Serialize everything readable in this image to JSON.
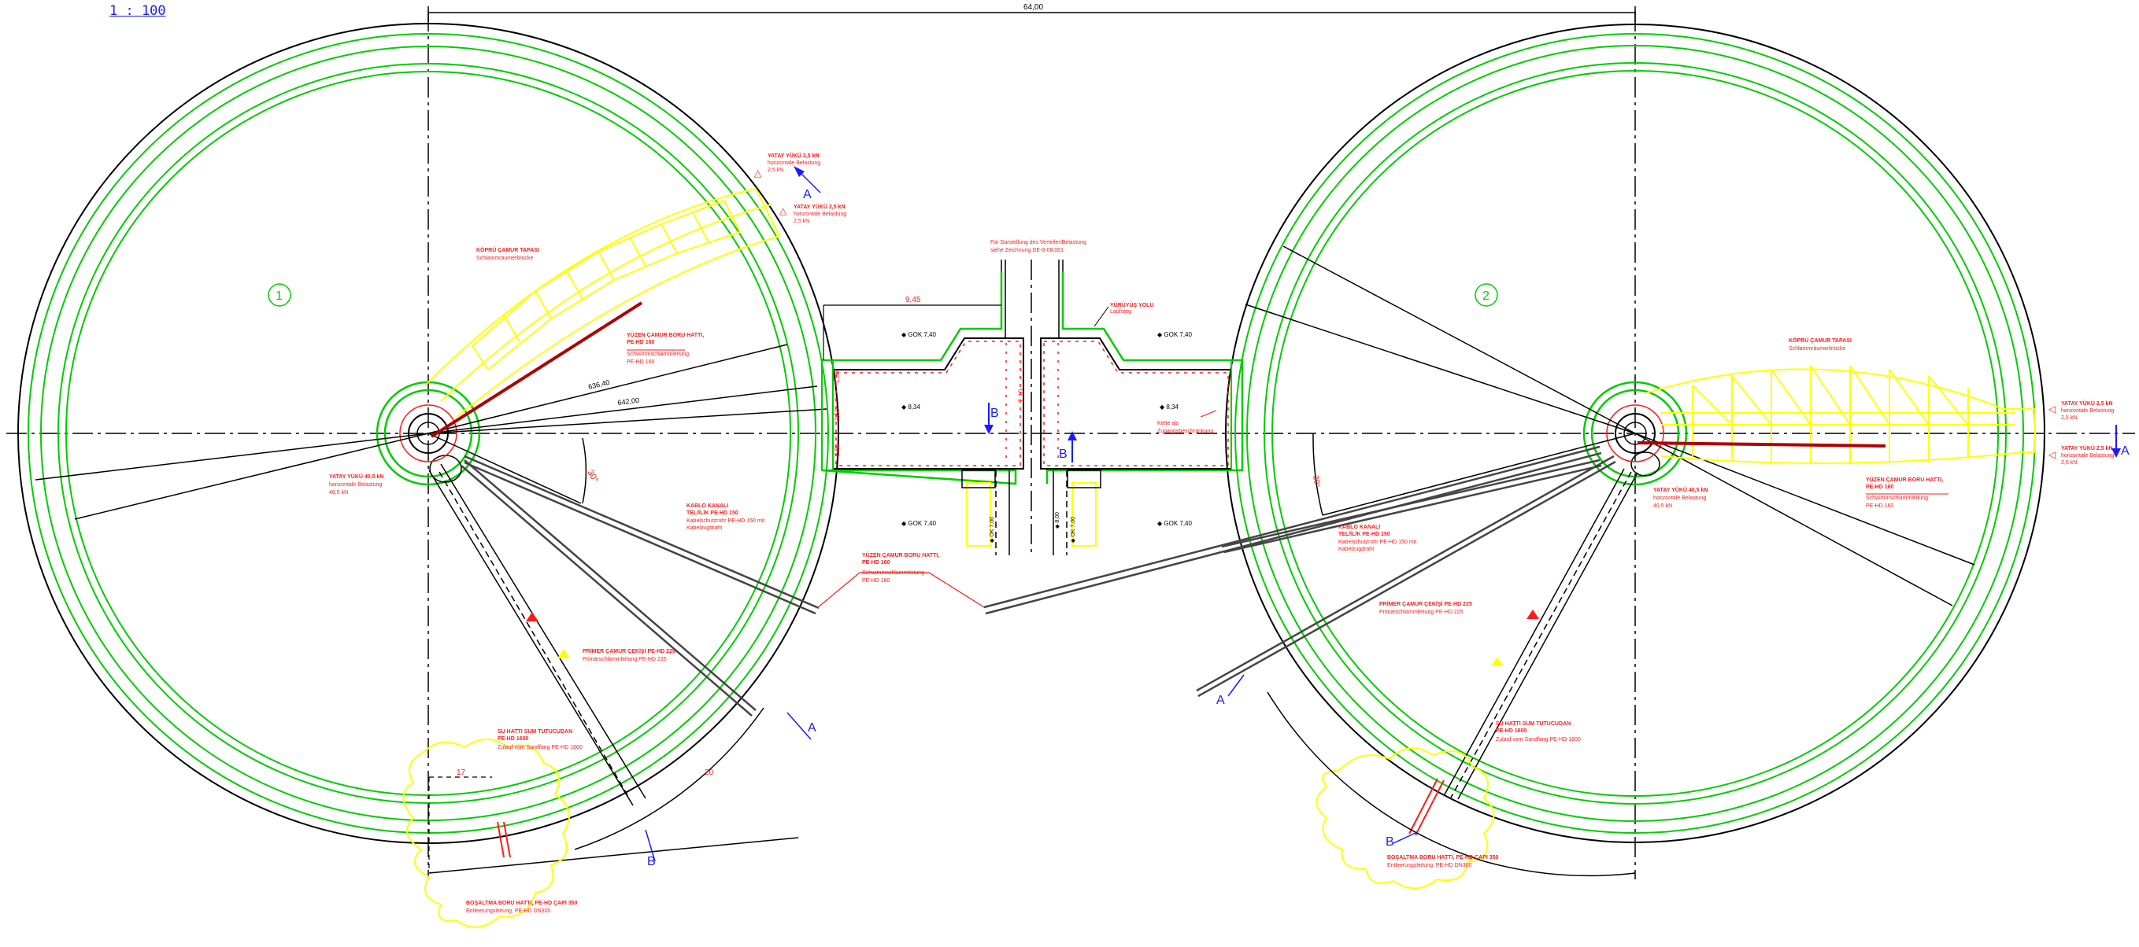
{
  "scale": {
    "label": "1 : 100"
  },
  "dimensions": {
    "overall": "64,00",
    "width_945": "9,45",
    "d_636": "636,40",
    "d_642": "642,00",
    "d_710": "7,10",
    "d_150a": "1,50",
    "d_150b": "1,50",
    "d_150c": "1,50",
    "d_740": "± 7,40",
    "d_740b": "7,40",
    "angle": "30°",
    "arc_right": "30°",
    "d_17": "17",
    "d_20": "20"
  },
  "tanks": [
    {
      "number": "1"
    },
    {
      "number": "2"
    }
  ],
  "levels": {
    "gok1": "◆ GOK 7,40",
    "gok2": "◆ GOK 7,40",
    "gok3": "◆ GOK 7,40",
    "gok4": "◆ GOK 7,40",
    "l834a": "◆ 8,34",
    "l834b": "◆ 8,34",
    "okt1": "◆ OK 7,00",
    "okt2": "◆ OK 7,00",
    "ok8": "◆ 8,00"
  },
  "sections": {
    "A": "A",
    "B": "B"
  },
  "annotations": {
    "verteiler_note_1": "Für Darstellung des Verteiler/Belastung",
    "verteiler_note_2": "siehe Zeichnung DE-0-08.001",
    "rampe_title": "YÜRÜYÜŞ YOLU",
    "rampe_sub": "Laufsteg",
    "kette_title": "Kette als",
    "kette_sub": "Zugangsbeschränkung",
    "t1_load_top_title": "YATAY YÜKÜ 2,5 kN",
    "t1_load_top_sub": "horizontale Belastung",
    "t1_load_top_val": "2,5 kN",
    "t1_load_mid_title": "YATAY YÜKÜ 2,5 kN",
    "t1_load_mid_sub": "horizontale Belastung",
    "t1_load_mid_val": "2,5 kN",
    "t1_bridge_title": "KÖPRÜ ÇAMUR TAPASI",
    "t1_bridge_sub": "Schlammräumerbrücke",
    "t1_pipe_title": "YÜZEN ÇAMUR BORU HATTI,",
    "t1_pipe_title2": "PE-HD 160",
    "t1_pipe_sub": "Schwimmschlammleitung",
    "t1_pipe_val": "PE-HD 160",
    "t1_center_load_title": "YATAY YÜKÜ 40,5 kN",
    "t1_center_load_sub": "horizontale Belastung",
    "t1_center_load_val": "40,5 kN",
    "t1_cable_title": "KABLO KANALI",
    "t1_cable_title2": "TEL/İLİK PE-HD 150",
    "t1_cable_sub": "Kabelschutzrohr PE-HD 150 mit",
    "t1_cable_sub2": "Kabelzugdraht",
    "t1_scum_title": "YÜZEN ÇAMUR BORU HATTI,",
    "t1_scum_title2": "PE-HD 160",
    "t1_scum_sub": "Schwimmschlammleitung",
    "t1_scum_val": "PE-HD 160",
    "t1_primary_title": "PRİMER ÇAMUR ÇEKİŞİ PE-HD 225",
    "t1_primary_sub": "Primärschlammleitung PE-HD 225",
    "t1_water_title": "SU HATTI SUM TUTUCUDAN",
    "t1_water_title2": "PE-HD 1600",
    "t1_water_sub": "Zulauf vom Sandfang PE-HD 1600",
    "t1_drain_title": "BOŞALTMA BORU HATTI, PE-HD ÇAPI 350",
    "t1_drain_sub": "Entleerungsleitung, PE-HD DN300",
    "t2_bridge_title": "KÖPRÜ ÇAMUR TAPASI",
    "t2_bridge_sub": "Schlammräumerbrücke",
    "t2_load_top_title": "YATAY YÜKÜ 2,5 kN",
    "t2_load_top_sub": "horizontale Belastung",
    "t2_load_top_val": "2,5 kN",
    "t2_load_bot_title": "YATAY YÜKÜ 2,5 kN",
    "t2_load_bot_sub": "horizontale Belastung",
    "t2_load_bot_val": "2,5 kN",
    "t2_pipe_title": "YÜZEN ÇAMUR BORU HATTI,",
    "t2_pipe_title2": "PE-HD 160",
    "t2_pipe_sub": "Schwimmschlammleitung",
    "t2_pipe_val": "PE-HD 160",
    "t2_center_load_title": "YATAY YÜKÜ 40,5 kN",
    "t2_center_load_sub": "horizontale Belastung",
    "t2_center_load_val": "40,5 kN",
    "t2_cable_title": "KABLO KANALI",
    "t2_cable_title2": "TEL/İLİK PE-HD 150",
    "t2_cable_sub": "Kabelschutzrohr PE-HD 150 mit",
    "t2_cable_sub2": "Kabelzugdraht",
    "t2_primary_title": "PRİMER ÇAMUR ÇEKİŞİ PE-HD 225",
    "t2_primary_sub": "Primärschlammleitung PE-HD 225",
    "t2_water_title": "SU HATTI SUM TUTUCUDAN",
    "t2_water_title2": "PE-HD 1600",
    "t2_water_sub": "Zulauf vom Sandfang PE-HD 1600",
    "t2_drain_title": "BOŞALTMA BORU HATTI, PE-HD ÇAPI 350",
    "t2_drain_sub": "Entleerungsleitung, PE-HD DN300"
  },
  "colors": {
    "green": "#00cc00",
    "yellow": "#ffff00",
    "red": "#ff1a1a",
    "darkred": "#b00000",
    "blue": "#1a1aff",
    "black": "#000000"
  }
}
